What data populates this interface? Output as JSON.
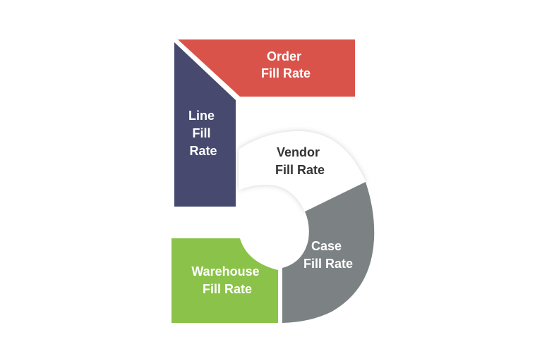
{
  "figure": {
    "shape": "number five",
    "segments": [
      {
        "id": "order",
        "lines": [
          "Order",
          "Fill Rate"
        ],
        "fill": "#d9534a",
        "text_color": "#ffffff"
      },
      {
        "id": "line",
        "lines": [
          "Line",
          "Fill",
          "Rate"
        ],
        "fill": "#474a6e",
        "text_color": "#ffffff"
      },
      {
        "id": "vendor",
        "lines": [
          "Vendor",
          "Fill Rate"
        ],
        "fill": "#ffffff",
        "text_color": "#333333"
      },
      {
        "id": "case",
        "lines": [
          "Case",
          "Fill Rate"
        ],
        "fill": "#7c8284",
        "text_color": "#ffffff"
      },
      {
        "id": "warehouse",
        "lines": [
          "Warehouse",
          "Fill Rate"
        ],
        "fill": "#8bc34a",
        "text_color": "#ffffff"
      }
    ]
  }
}
